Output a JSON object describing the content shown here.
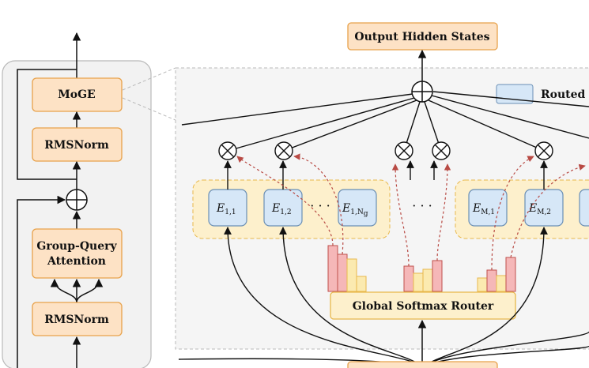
{
  "decoder": {
    "moge": "MoGE",
    "rmsnorm_top": "RMSNorm",
    "gqa_line1": "Group-Query",
    "gqa_line2": "Attention",
    "rmsnorm_bottom": "RMSNorm"
  },
  "main": {
    "output_label": "Output Hidden States",
    "router_label": "Global Softmax Router",
    "legend_label": "Routed E",
    "ellipsis": "· · ·"
  },
  "experts": {
    "e11_main": "E",
    "e11_sub": "1,1",
    "e12_main": "E",
    "e12_sub": "1,2",
    "e1ng_main": "E",
    "e1ng_sub": "1,N",
    "e1ng_subsub": "g",
    "em1_main": "E",
    "em1_sub": "M,1",
    "em2_main": "E",
    "em2_sub": "M,2"
  },
  "colors": {
    "orange_fill": "#fde2c5",
    "orange_stroke": "#e8a24b",
    "group_fill": "#fdf0cc",
    "expert_fill": "#d6e7f7",
    "expert_stroke": "#6a8fb5",
    "bar_red": "#f5b7b8",
    "bar_yellow": "#fbeab0",
    "dashed_red": "#b84a44"
  }
}
